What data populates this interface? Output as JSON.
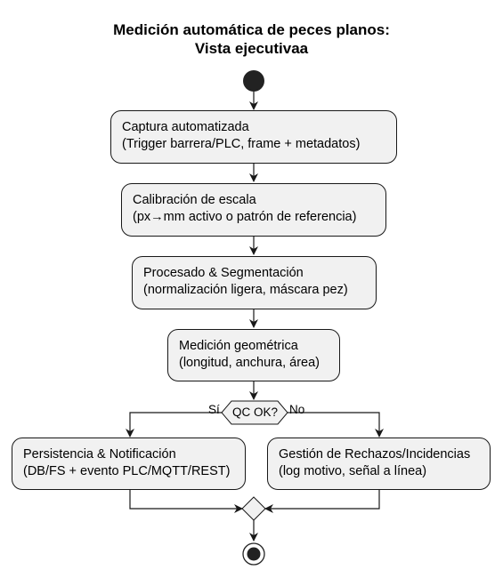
{
  "title": {
    "line1": "Medición automática de peces planos:",
    "line2": "Vista ejecutivaa"
  },
  "steps": [
    {
      "line1": "Captura automatizada",
      "line2": "(Trigger barrera/PLC, frame + metadatos)"
    },
    {
      "line1": "Calibración de escala",
      "line2": "(px→mm activo o patrón de referencia)"
    },
    {
      "line1": "Procesado & Segmentación",
      "line2": "(normalización ligera, máscara pez)"
    },
    {
      "line1": "Medición geométrica",
      "line2": "(longitud, anchura, área)"
    }
  ],
  "decision": {
    "label": "QC OK?",
    "yes_label": "Sí",
    "no_label": "No"
  },
  "branches": {
    "yes": {
      "line1": "Persistencia & Notificación",
      "line2": "(DB/FS + evento PLC/MQTT/REST)"
    },
    "no": {
      "line1": "Gestión de Rechazos/Incidencias",
      "line2": "(log motivo, señal a línea)"
    }
  }
}
